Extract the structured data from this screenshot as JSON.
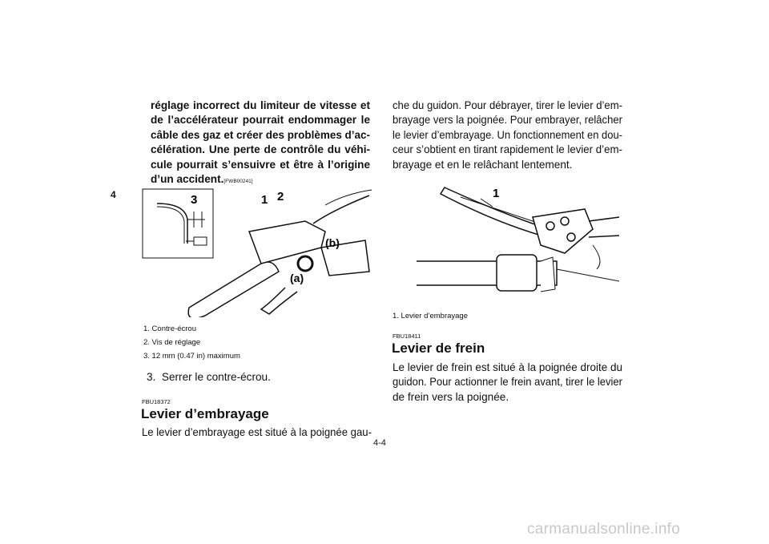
{
  "tab_number": "4",
  "left": {
    "warning_lines": [
      "réglage incorrect du limiteur de vitesse et",
      "de l’accélérateur pourrait endommager le",
      "câble des gaz et créer des problèmes d’ac-",
      "célération. Une perte de contrôle du véhi-",
      "cule pourrait s’ensuivre et être à l’origine",
      "d’un accident."
    ],
    "warning_code": "[FWB00241]",
    "figure_labels": {
      "l1": "1",
      "l2": "2",
      "l3": "3",
      "a": "(a)",
      "b": "(b)"
    },
    "captions": [
      "1. Contre-écrou",
      "2. Vis de réglage",
      "3. 12 mm (0.47 in) maximum"
    ],
    "step": "3.  Serrer le contre-écrou.",
    "section_code": "FBU18372",
    "heading": "Levier d’embrayage",
    "body_lines": [
      "Le levier d’embrayage est situé à la poignée gau-"
    ]
  },
  "right": {
    "body_lines": [
      "che du guidon. Pour débrayer, tirer le levier d’em-",
      "brayage vers la poignée. Pour embrayer, relâcher",
      "le levier d’embrayage. Un fonctionnement en dou-",
      "ceur s’obtient en tirant rapidement le levier d’em-",
      "brayage et en le relâchant lentement."
    ],
    "figure_label": "1",
    "caption": "1. Levier d’embrayage",
    "section_code": "FBU18411",
    "heading": "Levier de frein",
    "body2_lines": [
      "Le levier de frein est situé à la poignée droite du",
      "guidon. Pour actionner le frein avant, tirer le levier",
      "de frein vers la poignée."
    ]
  },
  "page_number": "4-4",
  "watermark": "carmanualsonline.info"
}
